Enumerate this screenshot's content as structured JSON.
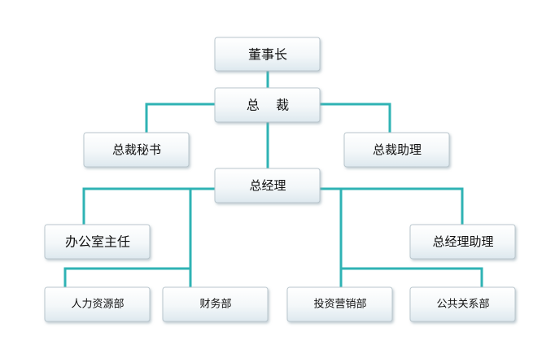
{
  "org_chart": {
    "chairman": "董事长",
    "president": "总    裁",
    "president_secretary": "总裁秘书",
    "president_assistant": "总裁助理",
    "general_manager": "总经理",
    "office_director": "办公室主任",
    "gm_assistant": "总经理助理",
    "hr_department": "人力资源部",
    "finance_department": "财务部",
    "investment_marketing_department": "投资营销部",
    "public_relations_department": "公共关系部"
  },
  "colors": {
    "connector": "#2fb3b4",
    "box_top": "#ffffff",
    "box_bottom": "#dde8ee",
    "box_border": "#b9c6cd"
  }
}
